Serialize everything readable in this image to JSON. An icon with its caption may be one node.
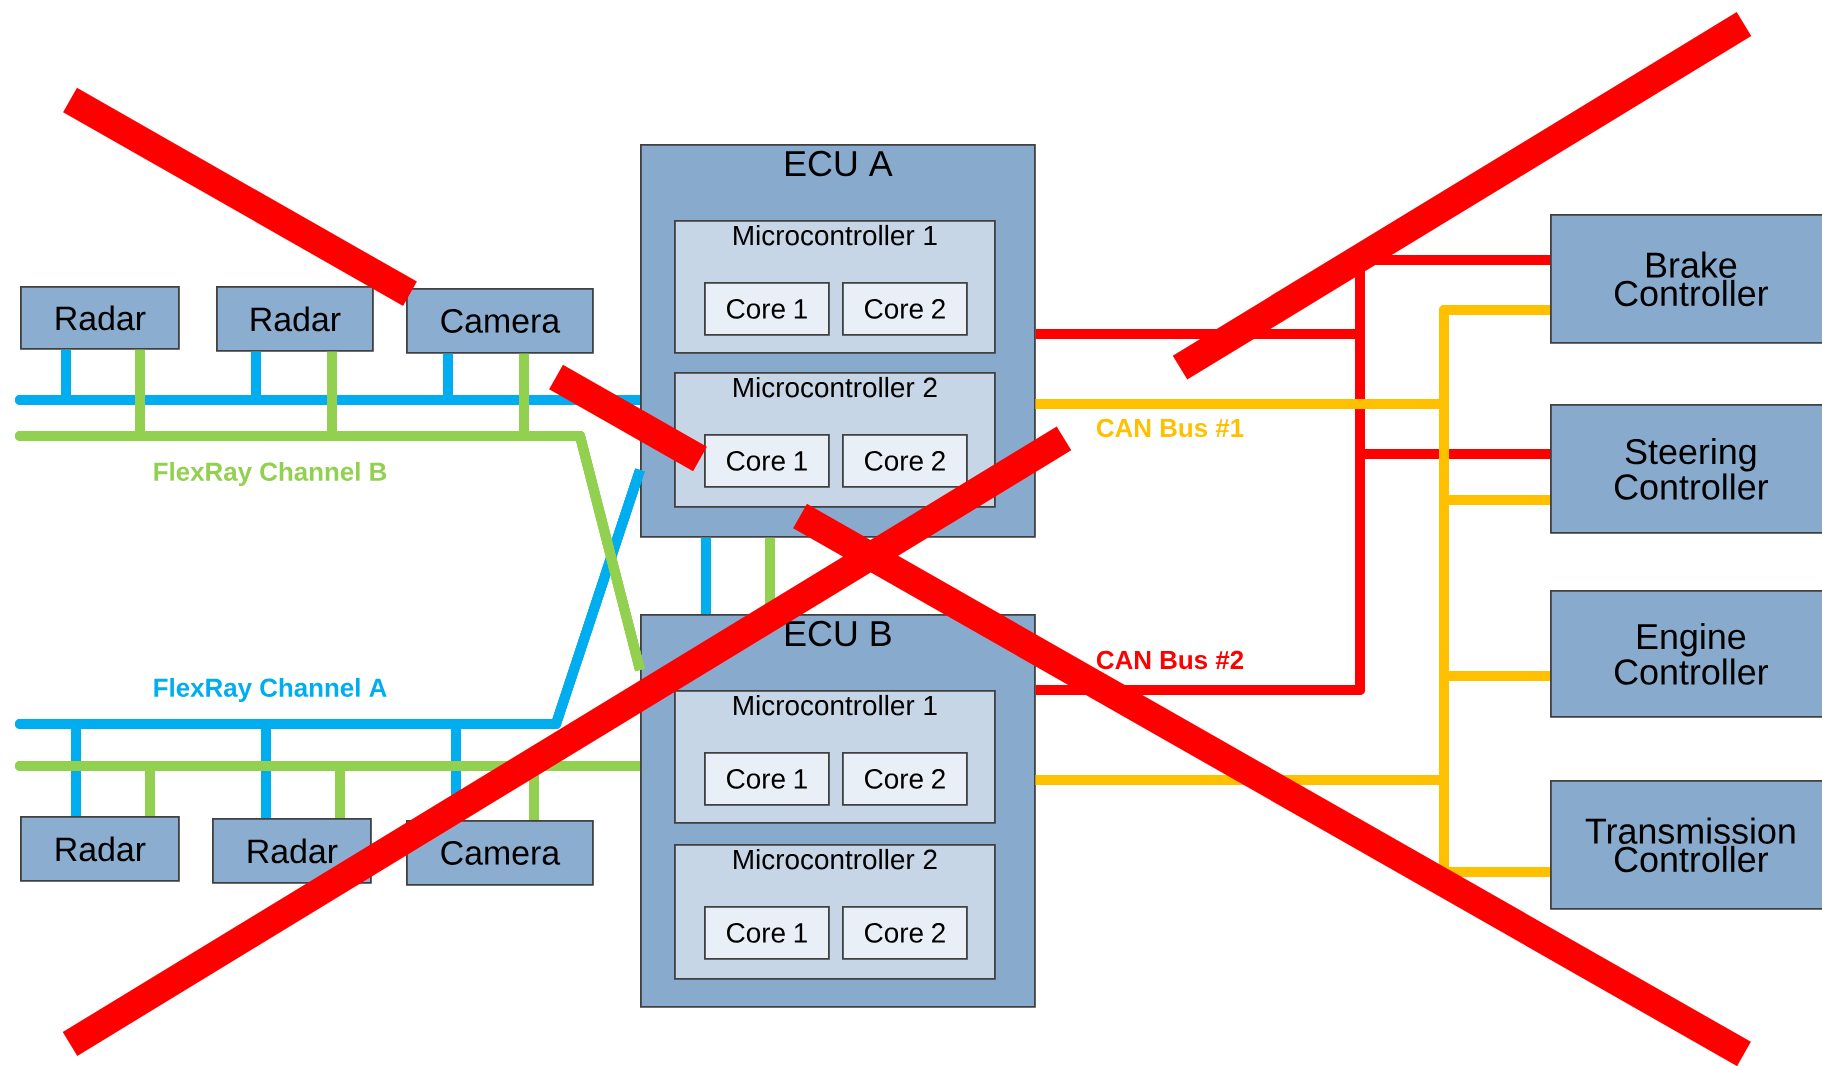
{
  "diagram": {
    "nodes": [
      {
        "text": [
          "Radar"
        ]
      },
      {
        "text": [
          "Radar"
        ]
      },
      {
        "text": [
          "Camera"
        ]
      },
      {
        "text": [
          "ECU A"
        ]
      },
      {
        "text": [
          "Microcontroller 1"
        ],
        "in": 3
      },
      {
        "text": [
          "Core 1"
        ],
        "in": 4
      },
      {
        "text": [
          "Core 2"
        ],
        "in": 4
      },
      {
        "text": [
          "Microcontroller 2"
        ],
        "in": 3
      },
      {
        "text": [
          "Core 1"
        ],
        "in": 7
      },
      {
        "text": [
          "Core 2"
        ],
        "in": 7
      },
      {
        "text": [
          "ECU B"
        ]
      },
      {
        "text": [
          "Microcontroller 1"
        ],
        "in": 10
      },
      {
        "text": [
          "Core 1"
        ],
        "in": 11
      },
      {
        "text": [
          "Core 2"
        ],
        "in": 11
      },
      {
        "text": [
          "Microcontroller 2"
        ],
        "in": 10
      },
      {
        "text": [
          "Core 1"
        ],
        "in": 14
      },
      {
        "text": [
          "Core 2"
        ],
        "in": 14
      },
      {
        "text": [
          "Radar"
        ]
      },
      {
        "text": [
          "Radar"
        ]
      },
      {
        "text": [
          "Camera"
        ]
      },
      {
        "text": [
          "Brake Controller"
        ]
      },
      {
        "text": [
          "Steering Controller"
        ]
      },
      {
        "text": [
          "Engine Controller"
        ]
      },
      {
        "text": [
          "Transmission Controller"
        ]
      }
    ],
    "edges": [
      {
        "from": 0,
        "to": 3,
        "arrow": "none",
        "color": "#00aeef"
      },
      {
        "from": 1,
        "to": 3,
        "arrow": "none",
        "color": "#00aeef"
      },
      {
        "from": 2,
        "to": 3,
        "arrow": "none",
        "color": "#00aeef"
      },
      {
        "from": 17,
        "to": 3,
        "arrow": "none",
        "color": "#00aeef",
        "label": "FlexRay Channel A"
      },
      {
        "from": 18,
        "to": 3,
        "arrow": "none",
        "color": "#00aeef"
      },
      {
        "from": 19,
        "to": 3,
        "arrow": "none",
        "color": "#00aeef"
      },
      {
        "from": 3,
        "to": 10,
        "arrow": "none",
        "color": "#00aeef"
      },
      {
        "from": 0,
        "to": 10,
        "arrow": "none",
        "color": "#92d050",
        "label": "FlexRay Channel B"
      },
      {
        "from": 1,
        "to": 10,
        "arrow": "none",
        "color": "#92d050"
      },
      {
        "from": 2,
        "to": 10,
        "arrow": "none",
        "color": "#92d050"
      },
      {
        "from": 17,
        "to": 10,
        "arrow": "none",
        "color": "#92d050"
      },
      {
        "from": 18,
        "to": 10,
        "arrow": "none",
        "color": "#92d050"
      },
      {
        "from": 19,
        "to": 10,
        "arrow": "none",
        "color": "#92d050"
      },
      {
        "from": 3,
        "to": 10,
        "arrow": "none",
        "color": "#92d050"
      },
      {
        "from": 3,
        "to": 20,
        "arrow": "none",
        "color": "#ff0000"
      },
      {
        "from": 3,
        "to": 21,
        "arrow": "none",
        "color": "#ff0000"
      },
      {
        "from": 10,
        "to": 20,
        "arrow": "none",
        "color": "#ff0000",
        "label": "CAN Bus #2"
      },
      {
        "from": 10,
        "to": 21,
        "arrow": "none",
        "color": "#ff0000"
      },
      {
        "from": 3,
        "to": 20,
        "arrow": "none",
        "color": "#ffc000",
        "label": "CAN Bus #1"
      },
      {
        "from": 3,
        "to": 21,
        "arrow": "none",
        "color": "#ffc000"
      },
      {
        "from": 3,
        "to": 22,
        "arrow": "none",
        "color": "#ffc000"
      },
      {
        "from": 3,
        "to": 23,
        "arrow": "none",
        "color": "#ffc000"
      },
      {
        "from": 10,
        "to": 20,
        "arrow": "none",
        "color": "#ffc000"
      },
      {
        "from": 10,
        "to": 21,
        "arrow": "none",
        "color": "#ffc000"
      },
      {
        "from": 10,
        "to": 22,
        "arrow": "none",
        "color": "#ffc000"
      },
      {
        "from": 10,
        "to": 23,
        "arrow": "none",
        "color": "#ffc000"
      }
    ]
  }
}
